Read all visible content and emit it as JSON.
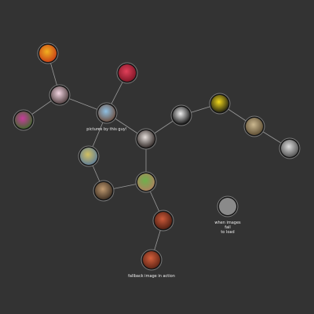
{
  "graph": {
    "background": "#333333",
    "edge_color": "#9a9a9a",
    "node_ring_color": "#7a7a7a",
    "nodes": [
      {
        "id": "n1",
        "photo": "yellow-red flower",
        "colors": [
          "#f2b020",
          "#c43a16"
        ]
      },
      {
        "id": "n2",
        "photo": "red berries",
        "colors": [
          "#e2405a",
          "#7a1424"
        ]
      },
      {
        "id": "n3",
        "photo": "pink lily",
        "colors": [
          "#f3d5e2",
          "#4a3a3a"
        ]
      },
      {
        "id": "n4",
        "photo": "magenta flowers",
        "colors": [
          "#c83c9c",
          "#3c6a2a"
        ]
      },
      {
        "id": "n5",
        "photo": "portrait",
        "colors": [
          "#8ec0e4",
          "#6b4b3a"
        ],
        "label": "pictures by this guy!"
      },
      {
        "id": "n6",
        "photo": "white cat",
        "colors": [
          "#e6e0dc",
          "#2a2220"
        ]
      },
      {
        "id": "n7",
        "photo": "butterfly",
        "colors": [
          "#eeeeee",
          "#0d0d0d"
        ]
      },
      {
        "id": "n8",
        "photo": "yellow butterfly",
        "colors": [
          "#f2d81c",
          "#1a1a10"
        ]
      },
      {
        "id": "n9",
        "photo": "cactus",
        "colors": [
          "#cbb890",
          "#5a4a30"
        ]
      },
      {
        "id": "n10",
        "photo": "statue",
        "colors": [
          "#dedede",
          "#4a4a4a"
        ]
      },
      {
        "id": "n11",
        "photo": "bird",
        "colors": [
          "#d2c060",
          "#5a7a9a"
        ]
      },
      {
        "id": "n12",
        "photo": "dog",
        "colors": [
          "#c09a70",
          "#3a2c20"
        ]
      },
      {
        "id": "n13",
        "photo": "child",
        "colors": [
          "#6eb04c",
          "#b08060"
        ]
      },
      {
        "id": "n14",
        "photo": "red leaves",
        "colors": [
          "#cc5a3a",
          "#4a1c10"
        ]
      },
      {
        "id": "n15",
        "photo": "red leaves",
        "colors": [
          "#d4603c",
          "#5a2214"
        ],
        "label": "fallback image in action"
      },
      {
        "id": "n16",
        "photo": "fallback",
        "fallback": true,
        "colors": [
          "#8a8a8a",
          "#8a8a8a"
        ],
        "label_lines": [
          "when images",
          "fail",
          "to load"
        ]
      }
    ],
    "edges": [
      [
        "n1",
        "n3"
      ],
      [
        "n3",
        "n4"
      ],
      [
        "n3",
        "n5"
      ],
      [
        "n2",
        "n5"
      ],
      [
        "n5",
        "n6"
      ],
      [
        "n5",
        "n11"
      ],
      [
        "n6",
        "n7"
      ],
      [
        "n7",
        "n8"
      ],
      [
        "n8",
        "n9"
      ],
      [
        "n9",
        "n10"
      ],
      [
        "n6",
        "n13"
      ],
      [
        "n11",
        "n12"
      ],
      [
        "n12",
        "n13"
      ],
      [
        "n13",
        "n14"
      ],
      [
        "n14",
        "n15"
      ]
    ]
  }
}
